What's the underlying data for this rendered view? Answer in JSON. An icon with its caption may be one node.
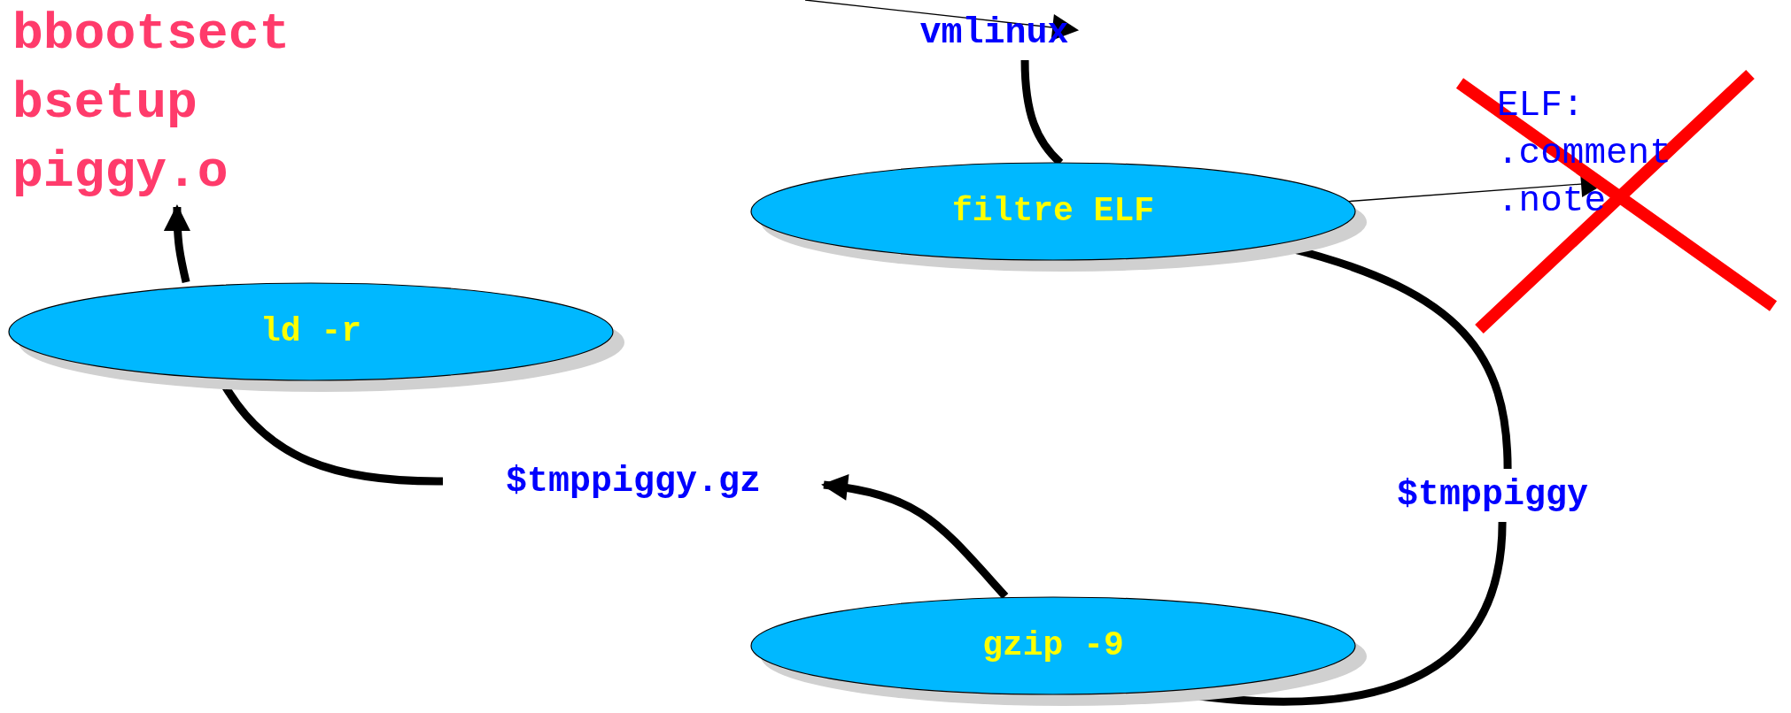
{
  "diagram": {
    "nodes": [
      {
        "text": [
          "bbootsect",
          "bsetup",
          "piggy.o"
        ]
      },
      {
        "text": [
          "vmlinux"
        ]
      },
      {
        "text": [
          "filtre ELF"
        ]
      },
      {
        "text": [
          "ELF: .comment .note"
        ]
      },
      {
        "text": [
          "ld -r"
        ]
      },
      {
        "text": [
          "$tmppiggy.gz"
        ]
      },
      {
        "text": [
          "$tmppiggy"
        ]
      },
      {
        "text": [
          "gzip -9"
        ]
      }
    ],
    "edges": [
      {
        "from": null,
        "to": 1,
        "arrow": "to"
      },
      {
        "from": 1,
        "to": 2,
        "arrow": "none"
      },
      {
        "from": 2,
        "to": 3,
        "arrow": "to"
      },
      {
        "from": 2,
        "to": 6,
        "arrow": "none"
      },
      {
        "from": 6,
        "to": 7,
        "arrow": "none"
      },
      {
        "from": 7,
        "to": 5,
        "arrow": "to"
      },
      {
        "from": 5,
        "to": 4,
        "arrow": "none"
      },
      {
        "from": 4,
        "to": 0,
        "arrow": "to"
      }
    ]
  }
}
